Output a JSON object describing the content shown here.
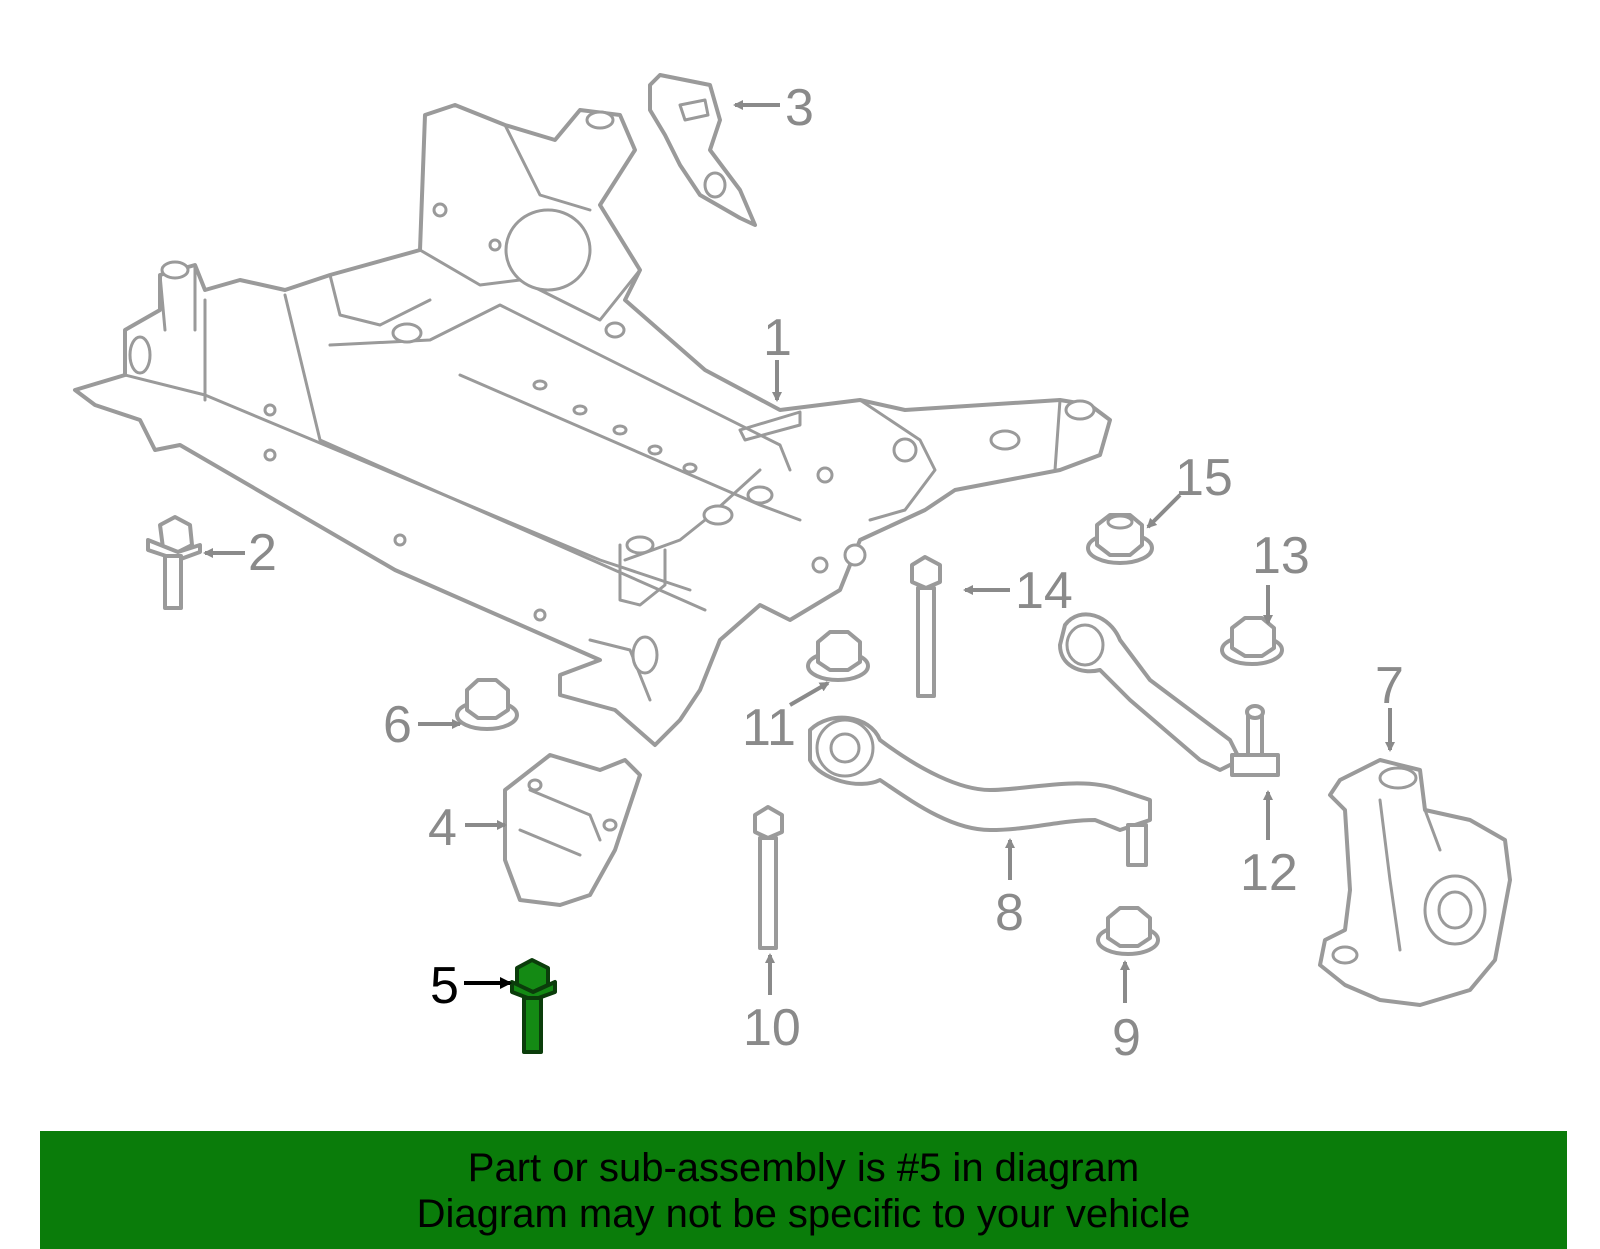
{
  "callouts": {
    "c1": "1",
    "c2": "2",
    "c3": "3",
    "c4": "4",
    "c5": "5",
    "c6": "6",
    "c7": "7",
    "c8": "8",
    "c9": "9",
    "c10": "10",
    "c11": "11",
    "c12": "12",
    "c13": "13",
    "c14": "14",
    "c15": "15"
  },
  "highlight": {
    "part": "5",
    "color": "#148a14"
  },
  "banner": {
    "line1": "Part or sub-assembly is #5 in diagram",
    "line2": "Diagram may not be specific to your vehicle",
    "background": "#0a7c0a"
  }
}
